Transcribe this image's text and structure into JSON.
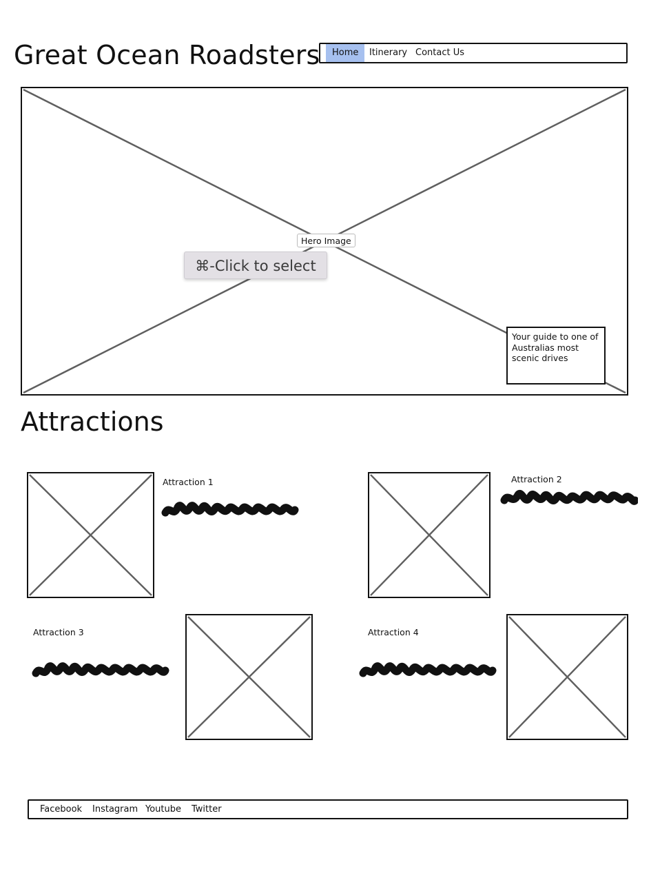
{
  "header": {
    "site_title": "Great Ocean Roadsters",
    "nav": [
      {
        "label": "Home",
        "active": true
      },
      {
        "label": "Itinerary",
        "active": false
      },
      {
        "label": "Contact Us",
        "active": false
      }
    ]
  },
  "hero": {
    "label": "Hero Image",
    "tooltip": "⌘-Click to select",
    "tagline": "Your guide to one of Australias most scenic drives"
  },
  "attractions": {
    "heading": "Attractions",
    "items": [
      {
        "label": "Attraction 1"
      },
      {
        "label": "Attraction 2"
      },
      {
        "label": "Attraction 3"
      },
      {
        "label": "Attraction 4"
      }
    ]
  },
  "footer": {
    "links": [
      "Facebook",
      "Instagram",
      "Youtube",
      "Twitter"
    ]
  },
  "colors": {
    "nav_active": "#a6c0ef",
    "placeholder_line": "#5f5f5f",
    "border": "#111111"
  },
  "icons": {
    "image_placeholder": "image-placeholder-x-icon",
    "text_scribble": "scribble-text-icon"
  }
}
